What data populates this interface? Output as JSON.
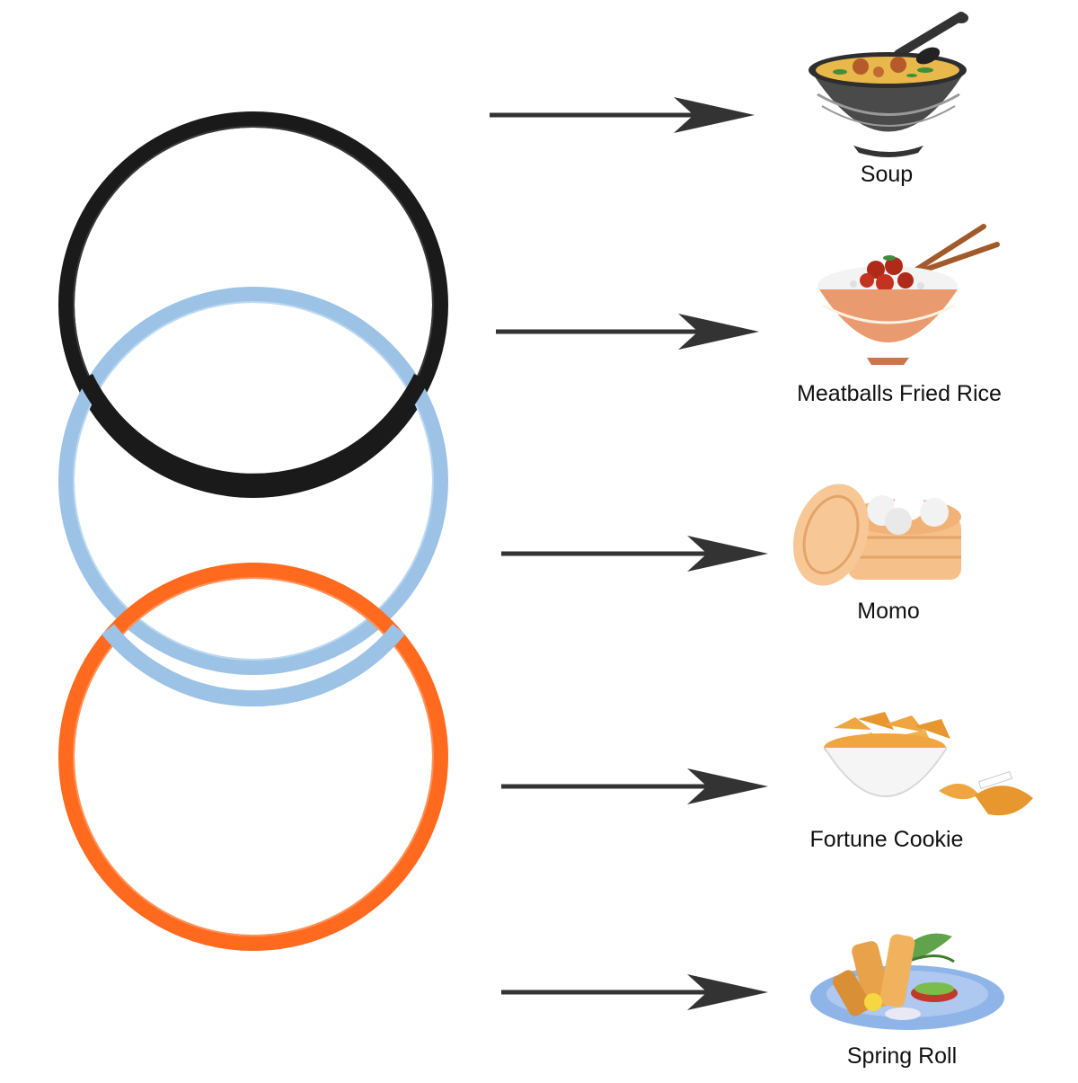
{
  "rings": [
    {
      "name": "black-ring",
      "color": "#1a1a1a",
      "highlight": "#3a3a3a"
    },
    {
      "name": "blue-ring",
      "color": "#9cc2e6",
      "highlight": "#bcd8f2"
    },
    {
      "name": "orange-ring",
      "color": "#ff6a1e",
      "highlight": "#ff9258"
    }
  ],
  "arrow_color": "#333333",
  "items": [
    {
      "label": "Soup",
      "icon": "soup-bowl-icon"
    },
    {
      "label": "Meatballs Fried Rice",
      "icon": "fried-rice-bowl-icon"
    },
    {
      "label": "Momo",
      "icon": "momo-steamer-icon"
    },
    {
      "label": "Fortune Cookie",
      "icon": "fortune-cookie-bowl-icon"
    },
    {
      "label": "Spring Roll",
      "icon": "spring-roll-plate-icon"
    }
  ]
}
